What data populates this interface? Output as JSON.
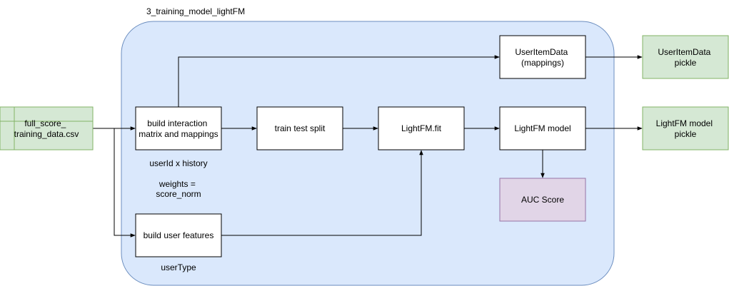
{
  "container": {
    "title": "3_training_model_lightFM",
    "fill": "#dae8fc",
    "stroke": "#6c8ebf"
  },
  "nodes": {
    "input_data": {
      "lines": [
        "full_score_",
        "training_data.csv"
      ],
      "fill": "#d5e8d4",
      "stroke": "#82b366"
    },
    "build_interaction": {
      "lines": [
        "build interaction",
        "matrix and mappings"
      ]
    },
    "train_test_split": {
      "lines": [
        "train test split"
      ]
    },
    "lightfm_fit": {
      "lines": [
        "LightFM.fit"
      ]
    },
    "lightfm_model": {
      "lines": [
        "LightFM model"
      ]
    },
    "user_item_data": {
      "lines": [
        "UserItemData",
        "(mappings)"
      ]
    },
    "auc_score": {
      "lines": [
        "AUC Score"
      ],
      "fill": "#e1d5e7",
      "stroke": "#9673a6"
    },
    "build_user_features": {
      "lines": [
        "build user features"
      ]
    },
    "user_item_pickle": {
      "lines": [
        "UserItemData",
        "pickle"
      ],
      "fill": "#d5e8d4",
      "stroke": "#82b366"
    },
    "model_pickle": {
      "lines": [
        "LightFM model",
        "pickle"
      ],
      "fill": "#d5e8d4",
      "stroke": "#82b366"
    }
  },
  "annotations": {
    "interaction_note": "userId x history",
    "weights_note": [
      "weights =",
      "score_norm"
    ],
    "user_type_note": "userType"
  },
  "colors": {
    "box_fill": "#ffffff",
    "box_stroke": "#000000",
    "edge": "#000000"
  }
}
